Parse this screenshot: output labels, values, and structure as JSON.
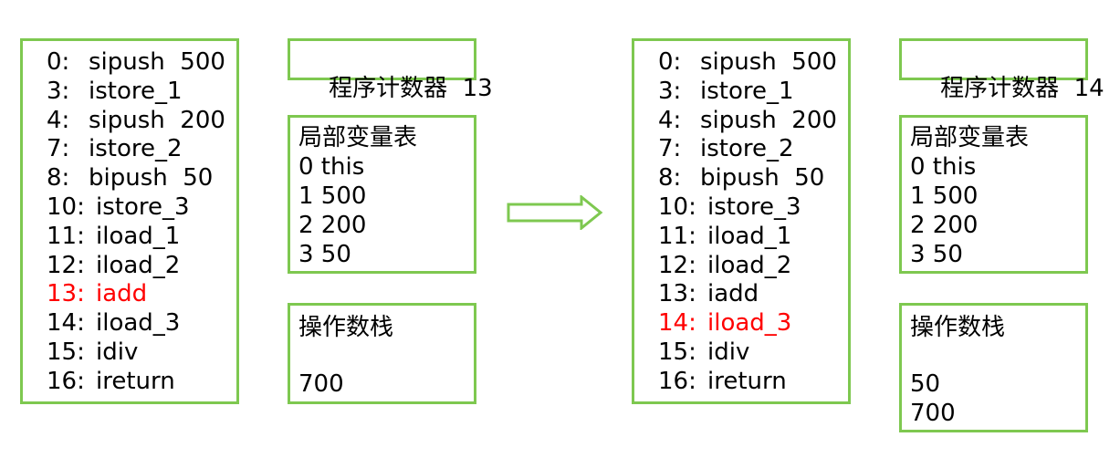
{
  "colors": {
    "border": "#7ec850",
    "highlight": "#ff0000",
    "text": "#000000"
  },
  "frames": [
    {
      "bytecode": [
        {
          "offset": "0:",
          "op": "sipush  500"
        },
        {
          "offset": "3:",
          "op": "istore_1"
        },
        {
          "offset": "4:",
          "op": "sipush  200"
        },
        {
          "offset": "7:",
          "op": "istore_2"
        },
        {
          "offset": "8:",
          "op": "bipush  50"
        },
        {
          "offset": "10:",
          "op": "istore_3"
        },
        {
          "offset": "11:",
          "op": "iload_1"
        },
        {
          "offset": "12:",
          "op": "iload_2"
        },
        {
          "offset": "13:",
          "op": "iadd"
        },
        {
          "offset": "14:",
          "op": "iload_3"
        },
        {
          "offset": "15:",
          "op": "idiv"
        },
        {
          "offset": "16:",
          "op": "ireturn"
        }
      ],
      "highlight_index": 8,
      "pc": {
        "label": "程序计数器",
        "value": "13"
      },
      "locals": {
        "title": "局部变量表",
        "rows": [
          "0 this",
          "1 500",
          "2 200",
          "3 50"
        ]
      },
      "stack": {
        "title": "操作数栈",
        "items": [
          "",
          "700"
        ]
      }
    },
    {
      "bytecode": [
        {
          "offset": "0:",
          "op": "sipush  500"
        },
        {
          "offset": "3:",
          "op": "istore_1"
        },
        {
          "offset": "4:",
          "op": "sipush  200"
        },
        {
          "offset": "7:",
          "op": "istore_2"
        },
        {
          "offset": "8:",
          "op": "bipush  50"
        },
        {
          "offset": "10:",
          "op": "istore_3"
        },
        {
          "offset": "11:",
          "op": "iload_1"
        },
        {
          "offset": "12:",
          "op": "iload_2"
        },
        {
          "offset": "13:",
          "op": "iadd"
        },
        {
          "offset": "14:",
          "op": "iload_3"
        },
        {
          "offset": "15:",
          "op": "idiv"
        },
        {
          "offset": "16:",
          "op": "ireturn"
        }
      ],
      "highlight_index": 9,
      "pc": {
        "label": "程序计数器",
        "value": "14"
      },
      "locals": {
        "title": "局部变量表",
        "rows": [
          "0 this",
          "1 500",
          "2 200",
          "3 50"
        ]
      },
      "stack": {
        "title": "操作数栈",
        "items": [
          "",
          "50",
          "700"
        ]
      }
    }
  ],
  "arrow_icon": "right-arrow-icon"
}
